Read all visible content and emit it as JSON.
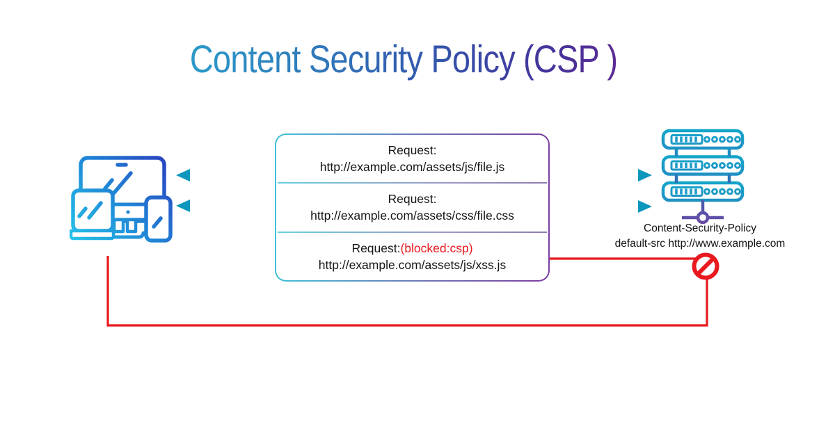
{
  "title": "Content Security Policy (CSP )",
  "box": {
    "requests": [
      {
        "label": "Request:",
        "url": "http://example.com/assets/js/file.js"
      },
      {
        "label": "Request:",
        "url": "http://example.com/assets/css/file.css"
      },
      {
        "label": "Request:",
        "blocked_note": "(blocked:csp)",
        "url": "http://example.com/assets/js/xss.js"
      }
    ]
  },
  "server": {
    "policy_header": "Content-Security-Policy",
    "policy_value": "default-src http://www.example.com"
  },
  "icons": {
    "left": "client-devices-icon",
    "right": "web-server-icon",
    "blocked": "blocked-icon",
    "allowed_arrows": "request-allowed-arrows"
  },
  "colors": {
    "red": "#e8191f",
    "arrow_teal": "#0d97bd",
    "arrow_purple": "#5f2a87",
    "border_teal": "#41c2d8",
    "border_purple": "#7c3ea3",
    "title_gradient_start": "#25b9d6",
    "title_gradient_end": "#8a2184"
  }
}
